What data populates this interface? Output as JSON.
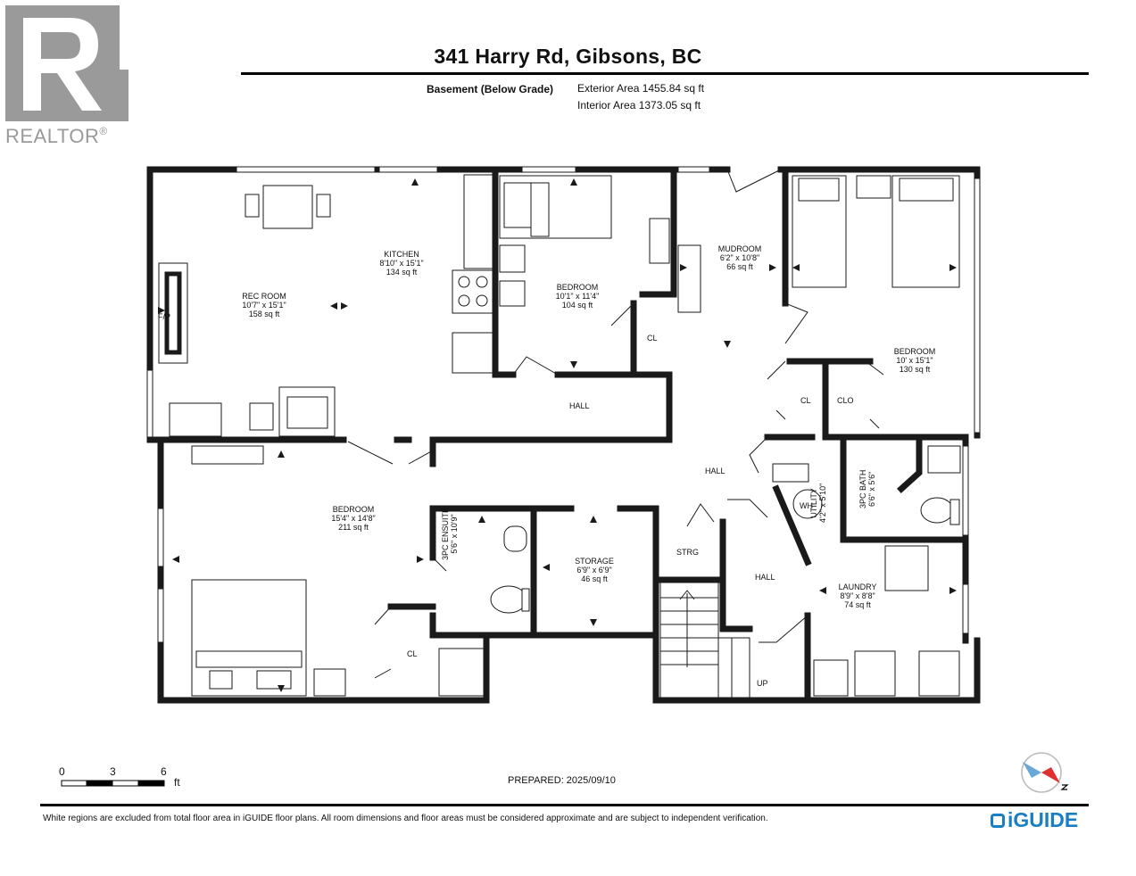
{
  "brand": {
    "realtor_text": "REALTOR",
    "realtor_mark": "®",
    "iguide_text": "iGUIDE"
  },
  "header": {
    "title": "341 Harry Rd, Gibsons, BC",
    "level": "Basement (Below Grade)",
    "exterior_area": "Exterior Area 1455.84 sq ft",
    "interior_area": "Interior Area 1373.05 sq ft"
  },
  "rooms": {
    "kitchen": {
      "name": "KITCHEN",
      "dims": "8'10\" x 15'1\"",
      "area": "134 sq ft"
    },
    "rec_room": {
      "name": "REC ROOM",
      "dims": "10'7\" x 15'1\"",
      "area": "158 sq ft"
    },
    "fp": "F/P",
    "bedroom_mid": {
      "name": "BEDROOM",
      "dims": "10'1\" x 11'4\"",
      "area": "104 sq ft"
    },
    "mudroom": {
      "name": "MUDROOM",
      "dims": "6'2\" x 10'8\"",
      "area": "66 sq ft"
    },
    "bedroom_right": {
      "name": "BEDROOM",
      "dims": "10' x 15'1\"",
      "area": "130 sq ft"
    },
    "bedroom_left": {
      "name": "BEDROOM",
      "dims": "15'4\" x 14'8\"",
      "area": "211 sq ft"
    },
    "ensuite": {
      "name": "3PC ENSUITE",
      "dims": "5'6\" x 10'9\""
    },
    "storage": {
      "name": "STORAGE",
      "dims": "6'9\" x 6'9\"",
      "area": "46 sq ft"
    },
    "utility": {
      "name": "UTILITY",
      "dims": "4'2\" x 5'10\""
    },
    "bath": {
      "name": "3PC BATH",
      "dims": "6'6\" x 5'6\""
    },
    "laundry": {
      "name": "LAUNDRY",
      "dims": "8'9\" x 8'8\"",
      "area": "74 sq ft"
    },
    "hall_top": "HALL",
    "hall_center": "HALL",
    "hall_lower": "HALL",
    "strg": "STRG",
    "cl_mid": "CL",
    "cl_right": "CL",
    "clo_right": "CLO",
    "cl_left": "CL",
    "wh": "WH",
    "up": "UP"
  },
  "scale": {
    "zero": "0",
    "three": "3",
    "six": "6",
    "unit": "ft"
  },
  "prepared": "PREPARED: 2025/09/10",
  "disclaimer": "White regions are excluded from total floor area in iGUIDE floor plans. All room dimensions and floor areas must be considered approximate and are subject to independent verification.",
  "colors": {
    "wall": "#1a1a1a",
    "logo_gray": "#9a9a9a",
    "iguide_blue": "#1a7fc1",
    "compass_red": "#e03030",
    "compass_blue": "#6aa8d8"
  }
}
